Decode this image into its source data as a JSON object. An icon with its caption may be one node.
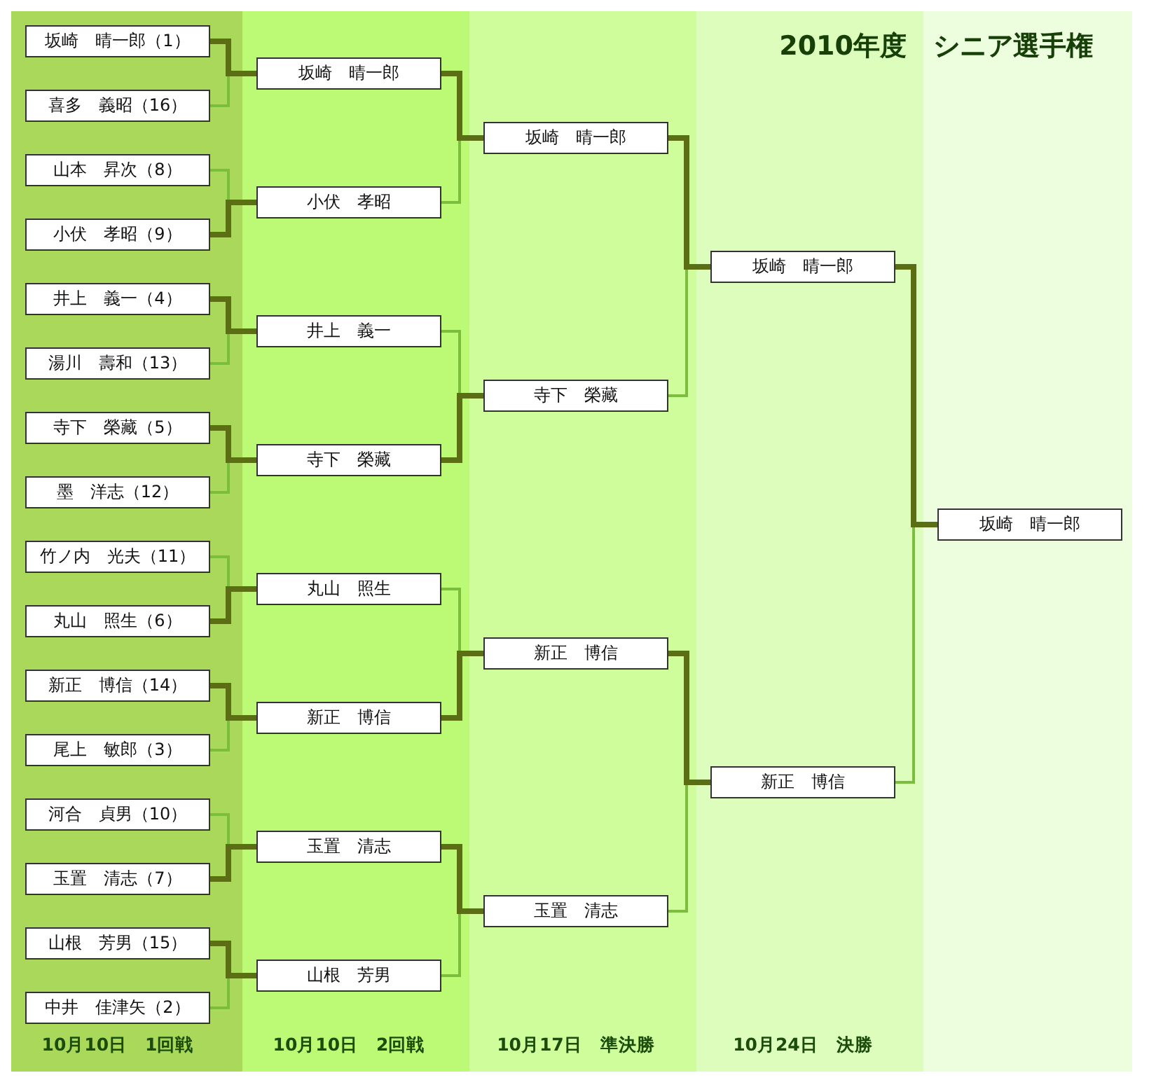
{
  "diagram": {
    "title": "2010年度　シニア選手権",
    "nodes": [
      {
        "text": [
          "10月10日　1回戦"
        ]
      },
      {
        "text": [
          "坂崎　晴一郎（1）"
        ],
        "in": 0
      },
      {
        "text": [
          "喜多　義昭（16）"
        ],
        "in": 0
      },
      {
        "text": [
          "山本　昇次（8）"
        ],
        "in": 0
      },
      {
        "text": [
          "小伏　孝昭（9）"
        ],
        "in": 0
      },
      {
        "text": [
          "井上　義一（4）"
        ],
        "in": 0
      },
      {
        "text": [
          "湯川　壽和（13）"
        ],
        "in": 0
      },
      {
        "text": [
          "寺下　榮藏（5）"
        ],
        "in": 0
      },
      {
        "text": [
          "墨　洋志（12）"
        ],
        "in": 0
      },
      {
        "text": [
          "竹ノ内　光夫（11）"
        ],
        "in": 0
      },
      {
        "text": [
          "丸山　照生（6）"
        ],
        "in": 0
      },
      {
        "text": [
          "新正　博信（14）"
        ],
        "in": 0
      },
      {
        "text": [
          "尾上　敏郎（3）"
        ],
        "in": 0
      },
      {
        "text": [
          "河合　貞男（10）"
        ],
        "in": 0
      },
      {
        "text": [
          "玉置　清志（7）"
        ],
        "in": 0
      },
      {
        "text": [
          "山根　芳男（15）"
        ],
        "in": 0
      },
      {
        "text": [
          "中井　佳津矢（2）"
        ],
        "in": 0
      },
      {
        "text": [
          "10月10日　2回戦"
        ]
      },
      {
        "text": [
          "坂崎　晴一郎"
        ],
        "in": 17
      },
      {
        "text": [
          "小伏　孝昭"
        ],
        "in": 17
      },
      {
        "text": [
          "井上　義一"
        ],
        "in": 17
      },
      {
        "text": [
          "寺下　榮藏"
        ],
        "in": 17
      },
      {
        "text": [
          "丸山　照生"
        ],
        "in": 17
      },
      {
        "text": [
          "新正　博信"
        ],
        "in": 17
      },
      {
        "text": [
          "玉置　清志"
        ],
        "in": 17
      },
      {
        "text": [
          "山根　芳男"
        ],
        "in": 17
      },
      {
        "text": [
          "10月17日　準決勝"
        ]
      },
      {
        "text": [
          "坂崎　晴一郎"
        ],
        "in": 26
      },
      {
        "text": [
          "寺下　榮藏"
        ],
        "in": 26
      },
      {
        "text": [
          "新正　博信"
        ],
        "in": 26
      },
      {
        "text": [
          "玉置　清志"
        ],
        "in": 26
      },
      {
        "text": [
          "10月24日　決勝"
        ]
      },
      {
        "text": [
          "坂崎　晴一郎"
        ],
        "in": 31
      },
      {
        "text": [
          "新正　博信"
        ],
        "in": 31
      },
      {
        "text": [],
        "shape": "band"
      },
      {
        "text": [
          "坂崎　晴一郎"
        ],
        "in": 34
      }
    ],
    "edges": [
      {
        "from": 1,
        "to": 18,
        "arrow": "none",
        "style": "thick",
        "color": "#5b6e13"
      },
      {
        "from": 2,
        "to": 18,
        "arrow": "none"
      },
      {
        "from": 3,
        "to": 19,
        "arrow": "none"
      },
      {
        "from": 4,
        "to": 19,
        "arrow": "none",
        "style": "thick",
        "color": "#5b6e13"
      },
      {
        "from": 5,
        "to": 20,
        "arrow": "none",
        "style": "thick",
        "color": "#5b6e13"
      },
      {
        "from": 6,
        "to": 20,
        "arrow": "none"
      },
      {
        "from": 7,
        "to": 21,
        "arrow": "none",
        "style": "thick",
        "color": "#5b6e13"
      },
      {
        "from": 8,
        "to": 21,
        "arrow": "none"
      },
      {
        "from": 9,
        "to": 22,
        "arrow": "none"
      },
      {
        "from": 10,
        "to": 22,
        "arrow": "none",
        "style": "thick",
        "color": "#5b6e13"
      },
      {
        "from": 11,
        "to": 23,
        "arrow": "none",
        "style": "thick",
        "color": "#5b6e13"
      },
      {
        "from": 12,
        "to": 23,
        "arrow": "none"
      },
      {
        "from": 13,
        "to": 24,
        "arrow": "none"
      },
      {
        "from": 14,
        "to": 24,
        "arrow": "none",
        "style": "thick",
        "color": "#5b6e13"
      },
      {
        "from": 15,
        "to": 25,
        "arrow": "none",
        "style": "thick",
        "color": "#5b6e13"
      },
      {
        "from": 16,
        "to": 25,
        "arrow": "none"
      },
      {
        "from": 18,
        "to": 27,
        "arrow": "none",
        "style": "thick",
        "color": "#5b6e13"
      },
      {
        "from": 19,
        "to": 27,
        "arrow": "none"
      },
      {
        "from": 20,
        "to": 28,
        "arrow": "none"
      },
      {
        "from": 21,
        "to": 28,
        "arrow": "none",
        "style": "thick",
        "color": "#5b6e13"
      },
      {
        "from": 22,
        "to": 29,
        "arrow": "none"
      },
      {
        "from": 23,
        "to": 29,
        "arrow": "none",
        "style": "thick",
        "color": "#5b6e13"
      },
      {
        "from": 24,
        "to": 30,
        "arrow": "none",
        "style": "thick",
        "color": "#5b6e13"
      },
      {
        "from": 25,
        "to": 30,
        "arrow": "none"
      },
      {
        "from": 27,
        "to": 32,
        "arrow": "none",
        "style": "thick",
        "color": "#5b6e13"
      },
      {
        "from": 28,
        "to": 32,
        "arrow": "none"
      },
      {
        "from": 29,
        "to": 33,
        "arrow": "none",
        "style": "thick",
        "color": "#5b6e13"
      },
      {
        "from": 30,
        "to": 33,
        "arrow": "none"
      },
      {
        "from": 32,
        "to": 35,
        "arrow": "none",
        "style": "thick",
        "color": "#5b6e13"
      },
      {
        "from": 33,
        "to": 35,
        "arrow": "none"
      }
    ]
  }
}
